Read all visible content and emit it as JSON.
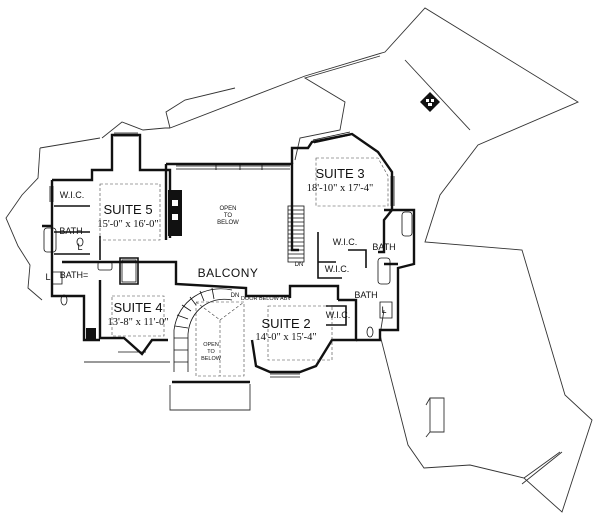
{
  "rooms": {
    "suite5": {
      "name": "SUITE 5",
      "dims": "15'-0\" x 16'-0\""
    },
    "suite3": {
      "name": "SUITE 3",
      "dims": "18'-10\" x 17'-4\""
    },
    "suite4": {
      "name": "SUITE 4",
      "dims": "13'-8\" x 11'-0\""
    },
    "suite2": {
      "name": "SUITE 2",
      "dims": "14'-0\" x 15'-4\""
    }
  },
  "labels": {
    "balcony": "BALCONY",
    "open_top": [
      "OPEN",
      "TO",
      "BELOW"
    ],
    "open_bottom": [
      "OPEN",
      "TO",
      "BELOW"
    ],
    "wic": "W.I.C.",
    "bath": "BATH",
    "bath_eq": "BATH=",
    "l": "L",
    "dn": "DN",
    "dn_small": "DN",
    "hall_note": "DOOR BELOW ABV"
  }
}
